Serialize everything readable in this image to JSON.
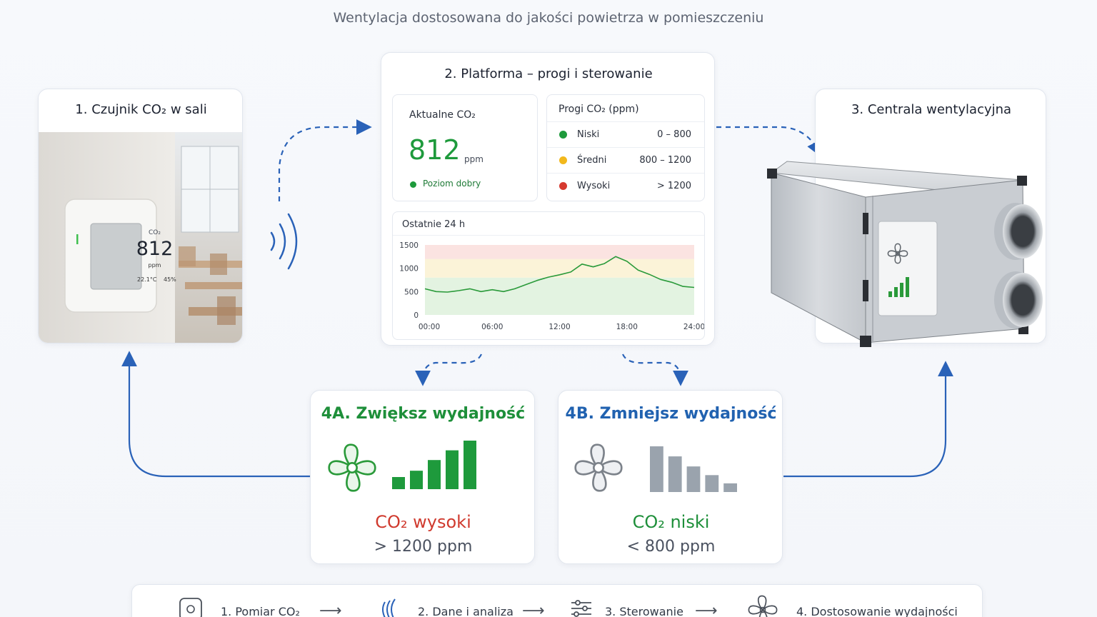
{
  "header": {
    "subtitle": "Wentylacja dostosowana do jakości powietrza w pomieszczeniu"
  },
  "sensor_card": {
    "title": "1. Czujnik CO₂ w sali",
    "device": {
      "label": "CO₂",
      "value": "812",
      "unit": "ppm",
      "temp": "22.1°C",
      "humidity": "45%"
    }
  },
  "platform": {
    "title": "2. Platforma – progi i sterowanie",
    "current": {
      "label": "Aktualne CO₂",
      "value": "812",
      "unit": "ppm",
      "status": "Poziom dobry"
    },
    "thresholds": {
      "title": "Progi CO₂ (ppm)",
      "rows": [
        {
          "name": "Niski",
          "range": "0 – 800",
          "color": "#1e9a3c"
        },
        {
          "name": "Średni",
          "range": "800 – 1200",
          "color": "#f2b81c"
        },
        {
          "name": "Wysoki",
          "range": "> 1200",
          "color": "#d63a2f"
        }
      ]
    },
    "chart_title": "Ostatnie 24 h"
  },
  "chart_data": {
    "type": "line",
    "title": "Ostatnie 24 h",
    "xlabel": "",
    "ylabel": "",
    "x_ticks": [
      "00:00",
      "06:00",
      "12:00",
      "18:00",
      "24:00"
    ],
    "y_ticks": [
      "0",
      "500",
      "1000",
      "1500"
    ],
    "ylim": [
      0,
      1500
    ],
    "xlim": [
      0,
      24
    ],
    "bands": [
      {
        "from": 0,
        "to": 800,
        "color": "#e3f3e1"
      },
      {
        "from": 800,
        "to": 1200,
        "color": "#fbf3d8"
      },
      {
        "from": 1200,
        "to": 1500,
        "color": "#fbe3e1"
      }
    ],
    "series": [
      {
        "color": "#2a9a3a",
        "x": [
          0,
          1,
          2,
          3,
          4,
          5,
          6,
          7,
          8,
          9,
          10,
          11,
          12,
          13,
          14,
          15,
          16,
          17,
          18,
          19,
          20,
          21,
          22,
          23,
          24
        ],
        "y": [
          560,
          500,
          490,
          520,
          560,
          500,
          540,
          500,
          560,
          650,
          740,
          810,
          860,
          920,
          1090,
          1030,
          1100,
          1250,
          1150,
          960,
          870,
          760,
          700,
          610,
          590
        ]
      }
    ]
  },
  "unit_card": {
    "title": "3. Centrala wentylacyjna"
  },
  "action_increase": {
    "title": "4A. Zwiększ wydajność",
    "co2_label": "CO₂ wysoki",
    "threshold": "> 1200 ppm",
    "title_color": "#1e8f3a",
    "label_color": "#d03a2e",
    "bar_levels": [
      0.25,
      0.38,
      0.6,
      0.8,
      1.0
    ]
  },
  "action_decrease": {
    "title": "4B. Zmniejsz wydajność",
    "co2_label": "CO₂ niski",
    "threshold": "< 800 ppm",
    "title_color": "#2162b0",
    "label_color": "#1e8f3a",
    "bar_levels": [
      1.0,
      0.78,
      0.56,
      0.37,
      0.19
    ]
  },
  "footer": {
    "steps": [
      {
        "label": "1. Pomiar CO₂",
        "icon": "sensor-icon"
      },
      {
        "label": "2. Dane i analiza",
        "icon": "signal-icon"
      },
      {
        "label": "3. Sterowanie",
        "icon": "sliders-icon"
      },
      {
        "label": "4. Dostosowanie wydajności",
        "icon": "fan-icon"
      }
    ]
  }
}
